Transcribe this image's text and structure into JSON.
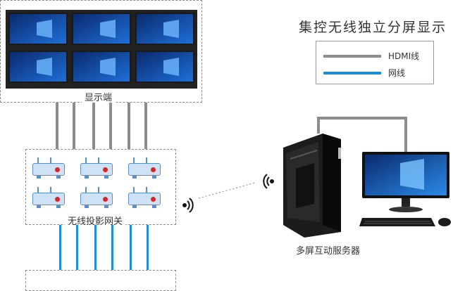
{
  "title": "集控无线独立分屏显示",
  "legend": {
    "items": [
      {
        "label": "HDMI线",
        "color": "#8c8c8c"
      },
      {
        "label": "网线",
        "color": "#1e8fd0"
      }
    ]
  },
  "display_group": {
    "label": "显示端"
  },
  "gateway_group": {
    "label": "无线投影网关"
  },
  "server": {
    "label": "多屏互动服务器"
  },
  "colors": {
    "hdmi": "#8c8c8c",
    "network": "#1e8fd0",
    "screen_bg": "#0a2a6e",
    "router_led": "#d0262c"
  }
}
